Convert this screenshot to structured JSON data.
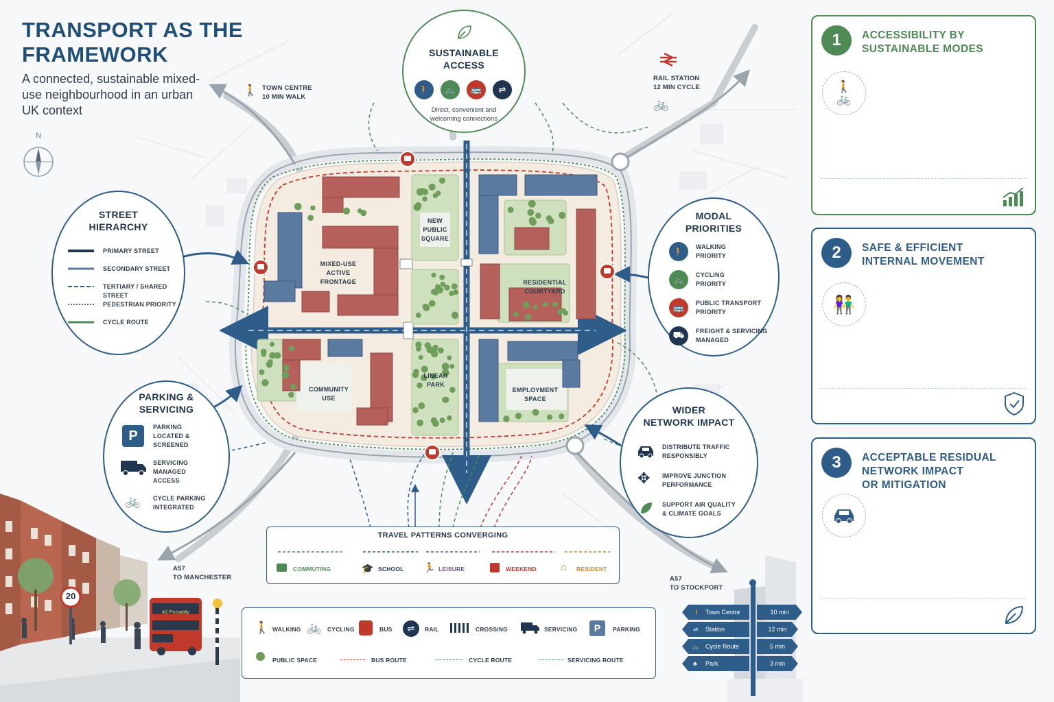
{
  "header": {
    "title": "TRANSPORT AS THE FRAMEWORK",
    "subtitle": "A connected, sustainable mixed-use neighbourhood in an urban UK context",
    "compass": "N"
  },
  "destinations": {
    "town_centre": [
      "TOWN CENTRE",
      "10 MIN WALK"
    ],
    "rail_station": [
      "RAIL STATION",
      "12 MIN CYCLE"
    ],
    "manchester": [
      "A57",
      "TO MANCHESTER"
    ],
    "stockport": [
      "A57",
      "TO STOCKPORT"
    ]
  },
  "sustainable_access": {
    "title": [
      "SUSTAINABLE",
      "ACCESS"
    ],
    "caption": [
      "Direct, convenient and",
      "welcoming connections"
    ],
    "icons": [
      "walk-icon",
      "cycle-icon",
      "bus-icon",
      "rail-icon"
    ]
  },
  "street_hierarchy": {
    "title": [
      "STREET",
      "HIERARCHY"
    ],
    "items": [
      "PRIMARY STREET",
      "SECONDARY STREET",
      "TERTIARY / SHARED STREET",
      "PEDESTRIAN PRIORITY",
      "CYCLE ROUTE"
    ]
  },
  "parking_servicing": {
    "title": [
      "PARKING &",
      "SERVICING"
    ],
    "items": [
      {
        "icon": "P",
        "lines": [
          "PARKING",
          "LOCATED &",
          "SCREENED"
        ]
      },
      {
        "icon": "truck-icon",
        "lines": [
          "SERVICING",
          "MANAGED",
          "ACCESS"
        ]
      },
      {
        "icon": "bicycle-icon",
        "lines": [
          "CYCLE PARKING",
          "INTEGRATED"
        ]
      }
    ]
  },
  "modal_priorities": {
    "title": [
      "MODAL",
      "PRIORITIES"
    ],
    "items": [
      {
        "lines": [
          "WALKING",
          "PRIORITY"
        ],
        "color": "#2f5d8a"
      },
      {
        "lines": [
          "CYCLING",
          "PRIORITY"
        ],
        "color": "#4e8a55"
      },
      {
        "lines": [
          "PUBLIC TRANSPORT",
          "PRIORITY"
        ],
        "color": "#c0392b"
      },
      {
        "lines": [
          "FREIGHT & SERVICING",
          "MANAGED"
        ],
        "color": "#1f3550"
      }
    ]
  },
  "wider_network": {
    "title": [
      "WIDER",
      "NETWORK IMPACT"
    ],
    "items": [
      [
        "DISTRIBUTE TRAFFIC",
        "RESPONSIBLY"
      ],
      [
        "IMPROVE JUNCTION",
        "PERFORMANCE"
      ],
      [
        "SUPPORT AIR QUALITY",
        "& CLIMATE GOALS"
      ]
    ]
  },
  "map_labels": {
    "public_square": [
      "NEW",
      "PUBLIC",
      "SQUARE"
    ],
    "mixed_use": [
      "MIXED-USE",
      "ACTIVE",
      "FRONTAGE"
    ],
    "residential": [
      "RESIDENTIAL",
      "COURTYARD"
    ],
    "community": [
      "COMMUNITY",
      "USE"
    ],
    "linear_park": [
      "LINEAR",
      "PARK"
    ],
    "employment": [
      "EMPLOYMENT",
      "SPACE"
    ]
  },
  "travel_patterns": {
    "title": "TRAVEL PATTERNS CONVERGING",
    "items": [
      {
        "label": "COMMUTING",
        "color": "#4e8a55"
      },
      {
        "label": "SCHOOL",
        "color": "#2f5d8a"
      },
      {
        "label": "LEISURE",
        "color": "#6a4c93"
      },
      {
        "label": "WEEKEND",
        "color": "#c0392b"
      },
      {
        "label": "RESIDENT",
        "color": "#d9822b"
      }
    ]
  },
  "legend": {
    "row1": [
      "WALKING",
      "CYCLING",
      "BUS",
      "RAIL",
      "CROSSING",
      "SERVICING",
      "PARKING"
    ],
    "row2": [
      "PUBLIC SPACE",
      "BUS ROUTE",
      "CYCLE ROUTE",
      "SERVICING ROUTE"
    ]
  },
  "signpost": {
    "items": [
      {
        "label": "Town Centre",
        "time": "10 min"
      },
      {
        "label": "Station",
        "time": "12 min"
      },
      {
        "label": "Cycle Route",
        "time": "5 min"
      },
      {
        "label": "Park",
        "time": "3 min"
      }
    ]
  },
  "street_scene": {
    "speed_limit": "20",
    "bus_destination": "A1 Piccadilly"
  },
  "panels": [
    {
      "number": "1",
      "title": [
        "ACCESSIBILITY BY",
        "SUSTAINABLE MODES"
      ],
      "color": "#4e8a55"
    },
    {
      "number": "2",
      "title": [
        "SAFE & EFFICIENT",
        "INTERNAL MOVEMENT"
      ],
      "color": "#2f5d8a"
    },
    {
      "number": "3",
      "title": [
        "ACCEPTABLE RESIDUAL",
        "NETWORK IMPACT",
        "OR MITIGATION"
      ],
      "color": "#2f5d8a"
    }
  ],
  "colors": {
    "navy": "#1f4e79",
    "green": "#4e8a55",
    "red": "#c0392b",
    "blue": "#2f5d8a",
    "brick": "#b5605a",
    "slate": "#5a7aa0"
  }
}
